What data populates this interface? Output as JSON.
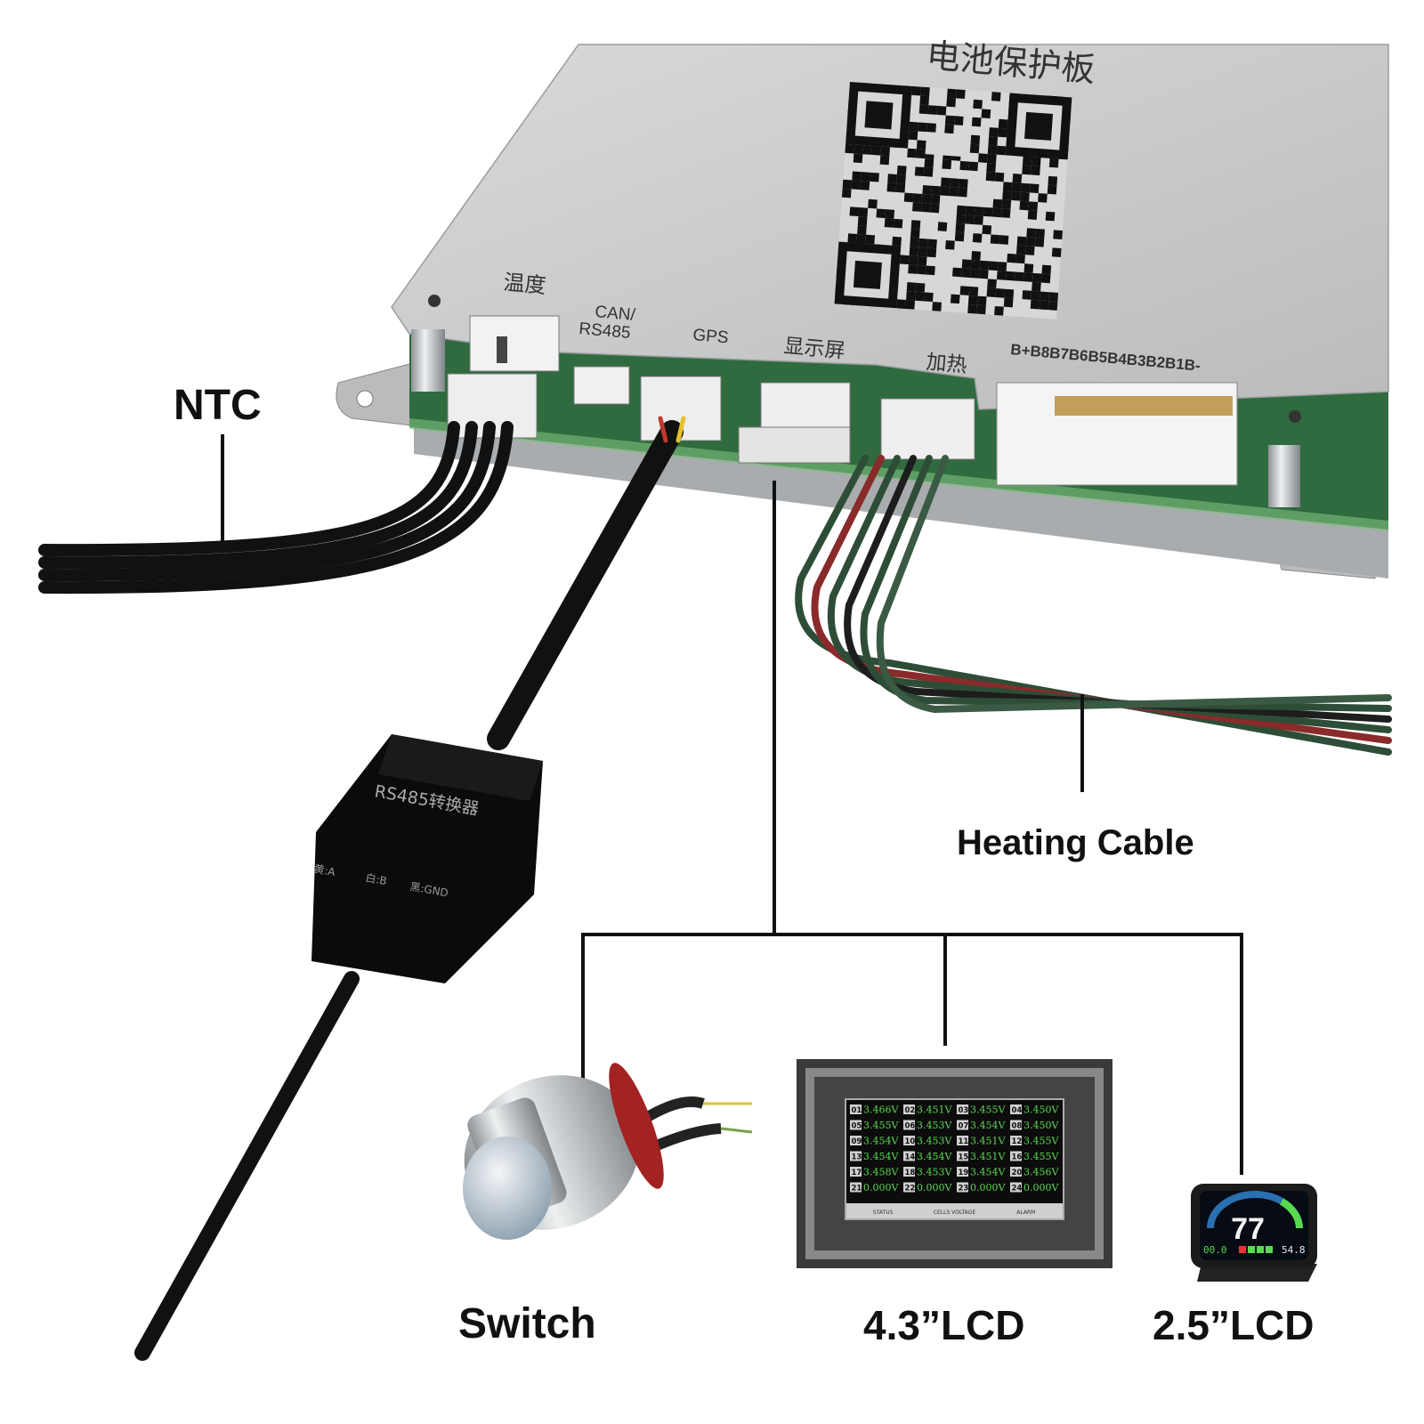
{
  "board": {
    "title_partial": "电池保护板",
    "ports": {
      "temperature": "温度",
      "can_line1": "CAN/",
      "can_line2": "RS485",
      "gps": "GPS",
      "display": "显示屏",
      "heating": "加热",
      "balance": "B+B8B7B6B5B4B3B2B1B-"
    }
  },
  "converter": {
    "title": "RS485转换器",
    "pin_a": "黄:A",
    "pin_b": "白:B",
    "pin_gnd": "黑:GND"
  },
  "callouts": {
    "ntc": "NTC",
    "heating_cable": "Heating Cable",
    "switch": "Switch",
    "lcd_43": "4.3”LCD",
    "lcd_25": "2.5”LCD"
  },
  "lcd43_screen": {
    "cells": [
      {
        "id": "01",
        "v": "3.466V"
      },
      {
        "id": "02",
        "v": "3.451V"
      },
      {
        "id": "03",
        "v": "3.455V"
      },
      {
        "id": "04",
        "v": "3.450V"
      },
      {
        "id": "05",
        "v": "3.455V"
      },
      {
        "id": "06",
        "v": "3.453V"
      },
      {
        "id": "07",
        "v": "3.454V"
      },
      {
        "id": "08",
        "v": "3.450V"
      },
      {
        "id": "09",
        "v": "3.454V"
      },
      {
        "id": "10",
        "v": "3.453V"
      },
      {
        "id": "11",
        "v": "3.451V"
      },
      {
        "id": "12",
        "v": "3.455V"
      },
      {
        "id": "13",
        "v": "3.454V"
      },
      {
        "id": "14",
        "v": "3.454V"
      },
      {
        "id": "15",
        "v": "3.451V"
      },
      {
        "id": "16",
        "v": "3.455V"
      },
      {
        "id": "17",
        "v": "3.458V"
      },
      {
        "id": "18",
        "v": "3.453V"
      },
      {
        "id": "19",
        "v": "3.454V"
      },
      {
        "id": "20",
        "v": "3.456V"
      },
      {
        "id": "21",
        "v": "0.000V"
      },
      {
        "id": "22",
        "v": "0.000V"
      },
      {
        "id": "23",
        "v": "0.000V"
      },
      {
        "id": "24",
        "v": "0.000V"
      }
    ],
    "tabs": [
      "STATUS",
      "CELLS VOLTAGE",
      "ALARM"
    ]
  },
  "lcd25_screen": {
    "value": "77",
    "left_readout": "00.0",
    "right_readout": "54.8"
  },
  "colors": {
    "board_gray": "#c9cbcc",
    "pcb_green": "#2f6b3e",
    "cable_black": "#111111",
    "wire_red": "#8a2a2a",
    "wire_green": "#2e4d37",
    "lcd_green": "#59d94f"
  }
}
